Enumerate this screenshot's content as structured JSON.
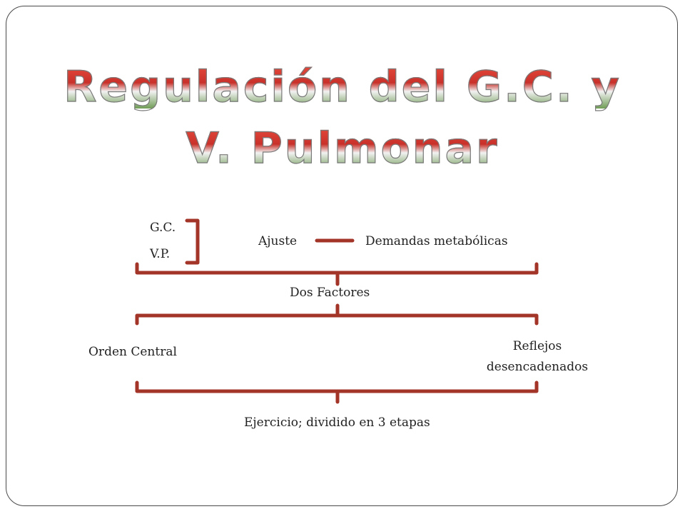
{
  "title": {
    "line1": "Regulación del G.C. y",
    "line2": "V. Pulmonar"
  },
  "labels": {
    "gc": "G.C.",
    "vp": "V.P.",
    "ajuste": "Ajuste",
    "demandas": "Demandas metabólicas",
    "dos_factores": "Dos Factores",
    "orden_central": "Orden Central",
    "reflejos_line1": "Reflejos",
    "reflejos_line2": "desencadenados",
    "ejercicio": "Ejercicio; dividido en 3 etapas"
  },
  "colors": {
    "bracket": "#a33428",
    "title_red": "#c8312a",
    "title_green": "#6f9c55"
  }
}
